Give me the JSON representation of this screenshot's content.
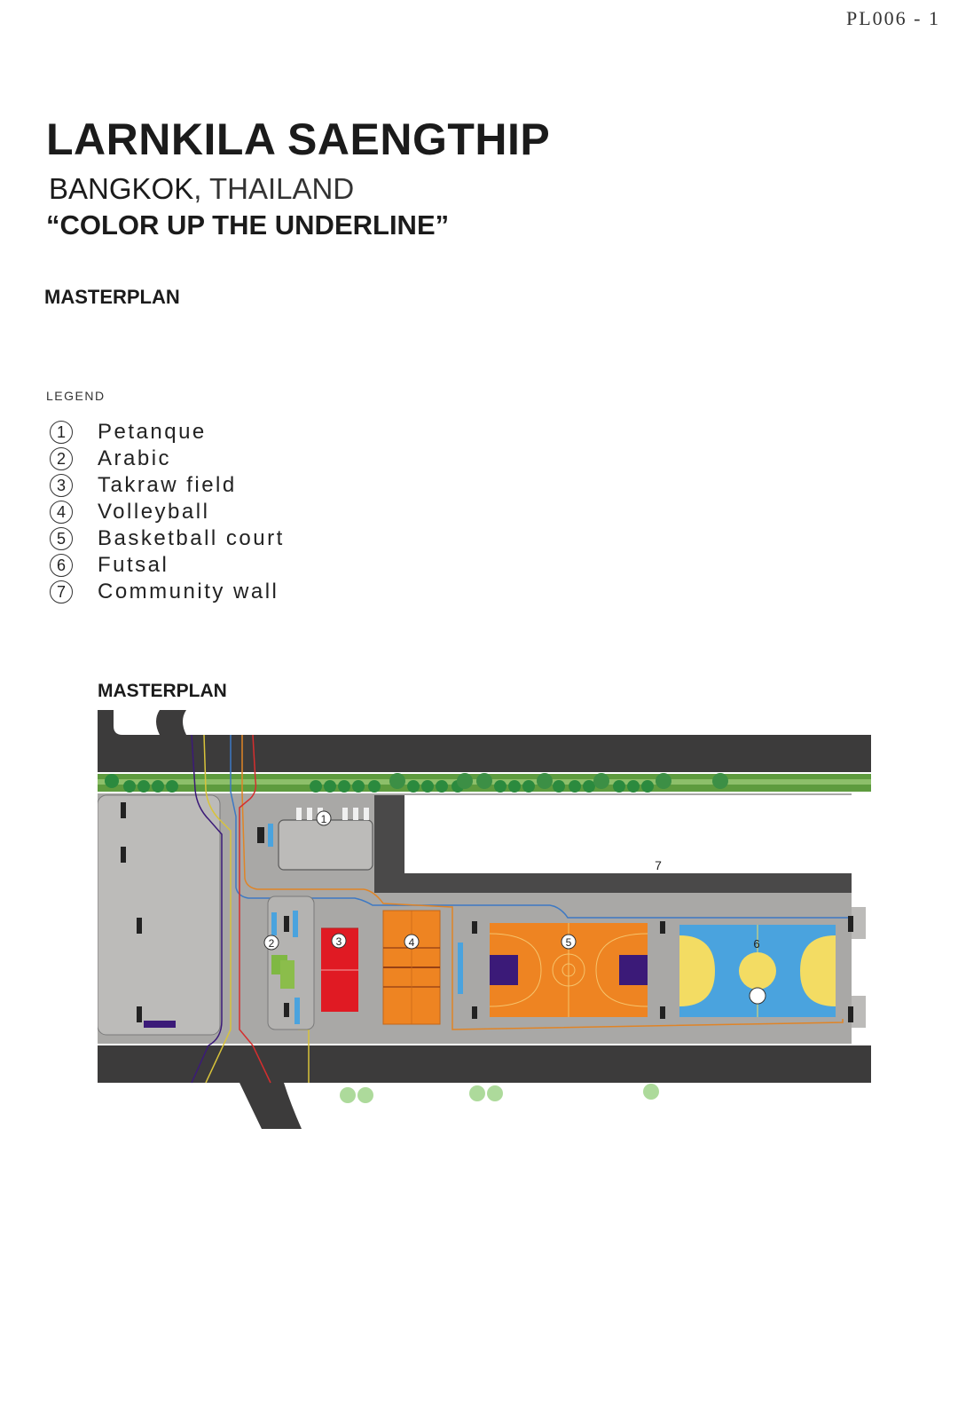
{
  "sheet_code": "PL006 - 1",
  "title": "LARNKILA SAENGTHIP",
  "location": {
    "city": "BANGKOK",
    "country": ", THAILAND"
  },
  "slogan": "“COLOR UP THE UNDERLINE”",
  "section_heading": "MASTERPLAN",
  "legend": {
    "title": "LEGEND",
    "items": [
      {
        "num": "1",
        "label": "Petanque"
      },
      {
        "num": "2",
        "label": "Arabic"
      },
      {
        "num": "3",
        "label": "Takraw field"
      },
      {
        "num": "4",
        "label": "Volleyball"
      },
      {
        "num": "5",
        "label": "Basketball court"
      },
      {
        "num": "6",
        "label": "Futsal"
      },
      {
        "num": "7",
        "label": "Community wall"
      }
    ]
  },
  "plan": {
    "heading": "MASTERPLAN",
    "markers": [
      "1",
      "2",
      "3",
      "4",
      "5",
      "6",
      "7"
    ],
    "colors": {
      "road": "#3c3b3b",
      "plaza": "#a9a8a6",
      "grass": "#5e9b3e",
      "takraw": "#e01a23",
      "volleyball": "#ee8422",
      "basketball": "#ee8422",
      "futsal": "#4aa3de",
      "futsal_mark": "#f3dc63",
      "paint_purple": "#3b1a78"
    }
  }
}
